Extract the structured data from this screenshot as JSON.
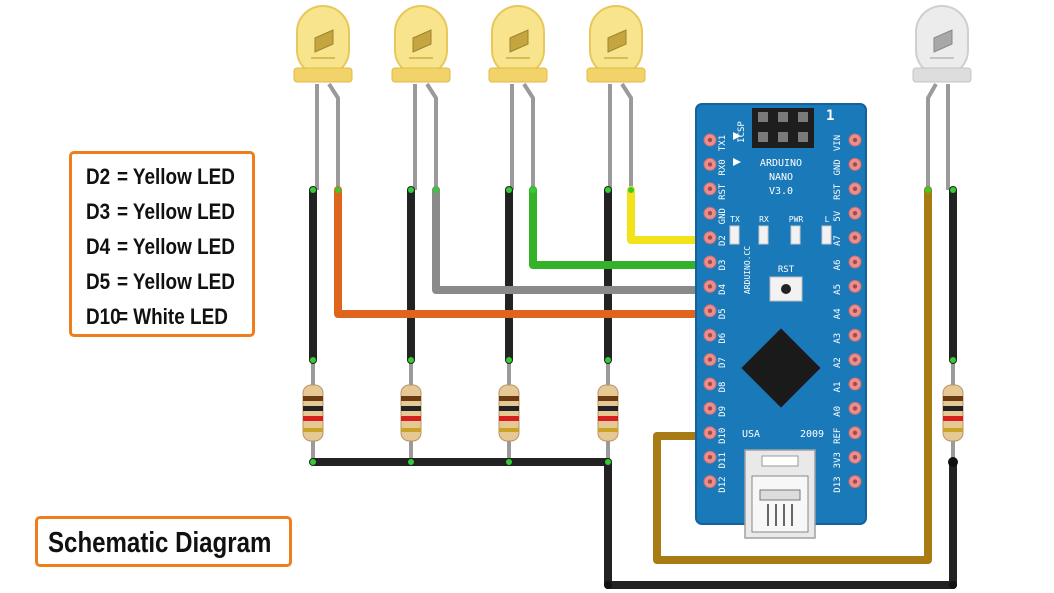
{
  "legend": {
    "rows": [
      {
        "pin": "D2",
        "text": "= Yellow LED"
      },
      {
        "pin": "D3",
        "text": "= Yellow LED"
      },
      {
        "pin": "D4",
        "text": "= Yellow LED"
      },
      {
        "pin": "D5",
        "text": "= Yellow LED"
      },
      {
        "pin": "D10",
        "text": "= White LED"
      }
    ]
  },
  "caption": "Schematic Diagram",
  "board": {
    "name_line1": "ARDUINO",
    "name_line2": "NANO",
    "name_line3": "V3.0",
    "side_text": "ARDUINO.CC",
    "icsp": "ICSP",
    "icsp_one": "1",
    "led_labels": [
      "TX",
      "RX",
      "PWR",
      "L"
    ],
    "reset_label": "RST",
    "usa": "USA",
    "year": "2009",
    "left_pins": [
      "TX1",
      "RX0",
      "RST",
      "GND",
      "D2",
      "D3",
      "D4",
      "D5",
      "D6",
      "D7",
      "D8",
      "D9",
      "D10",
      "D11",
      "D12"
    ],
    "right_pins": [
      "VIN",
      "GND",
      "RST",
      "5V",
      "A7",
      "A6",
      "A5",
      "A4",
      "A3",
      "A2",
      "A1",
      "A0",
      "REF",
      "3V3",
      "D13"
    ]
  },
  "colors": {
    "accent_orange": "#f07d1c",
    "board_blue": "#1a79b8",
    "yellow_led": "#f5dc7a",
    "white_led": "#e6e6e6",
    "wire_orange": "#e0651c",
    "wire_green": "#33b22a",
    "wire_gray": "#8a8a8a",
    "wire_yellow": "#f2e21a",
    "wire_brown": "#a87b14",
    "wire_black": "#222222"
  }
}
